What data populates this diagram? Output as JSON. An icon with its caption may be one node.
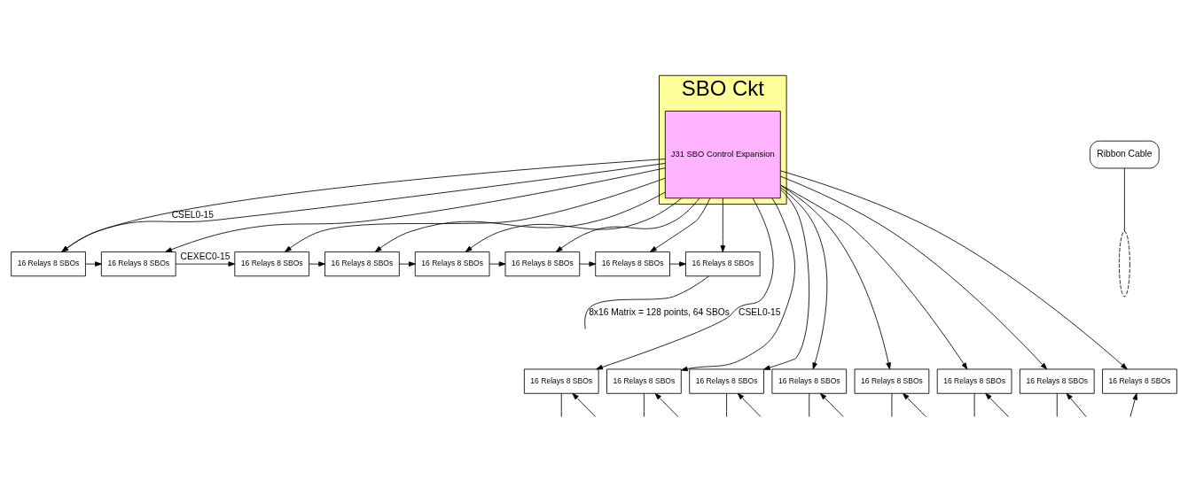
{
  "diagram": {
    "nodes": [
      {
        "text": [
          "SBO Ckt"
        ]
      },
      {
        "text": [
          "J31 SBO Control Expansion"
        ],
        "in": 0
      },
      {
        "text": [
          "16 Relays 8 SBOs"
        ]
      },
      {
        "text": [
          "16 Relays 8 SBOs"
        ]
      },
      {
        "text": [
          "16 Relays 8 SBOs"
        ]
      },
      {
        "text": [
          "16 Relays 8 SBOs"
        ]
      },
      {
        "text": [
          "16 Relays 8 SBOs"
        ]
      },
      {
        "text": [
          "16 Relays 8 SBOs"
        ]
      },
      {
        "text": [
          "16 Relays 8 SBOs"
        ]
      },
      {
        "text": [
          "16 Relays 8 SBOs"
        ]
      },
      {
        "text": [
          "16 Relays 8 SBOs"
        ]
      },
      {
        "text": [
          "16 Relays 8 SBOs"
        ]
      },
      {
        "text": [
          "16 Relays 8 SBOs"
        ]
      },
      {
        "text": [
          "16 Relays 8 SBOs"
        ]
      },
      {
        "text": [
          "16 Relays 8 SBOs"
        ]
      },
      {
        "text": [
          "16 Relays 8 SBOs"
        ]
      },
      {
        "text": [
          "16 Relays 8 SBOs"
        ]
      },
      {
        "text": [
          "16 Relays 8 SBOs"
        ]
      },
      {
        "text": [],
        "shape": "ellipse"
      },
      {
        "text": [
          "Ribbon Cable"
        ]
      }
    ],
    "edges": [
      {
        "from": 1,
        "to": 2,
        "arrow": "to",
        "label": "CSEL0-15"
      },
      {
        "from": 1,
        "to": 3,
        "arrow": "to"
      },
      {
        "from": 1,
        "to": 4,
        "arrow": "to"
      },
      {
        "from": 1,
        "to": 5,
        "arrow": "to"
      },
      {
        "from": 1,
        "to": 6,
        "arrow": "to"
      },
      {
        "from": 1,
        "to": 7,
        "arrow": "to"
      },
      {
        "from": 1,
        "to": 8,
        "arrow": "to"
      },
      {
        "from": 1,
        "to": 9,
        "arrow": "to"
      },
      {
        "from": 1,
        "to": 2,
        "arrow": "to"
      },
      {
        "from": 2,
        "to": 3,
        "arrow": "to"
      },
      {
        "from": 3,
        "to": 4,
        "arrow": "to",
        "label": "CEXEC0-15"
      },
      {
        "from": 4,
        "to": 5,
        "arrow": "to"
      },
      {
        "from": 5,
        "to": 6,
        "arrow": "to"
      },
      {
        "from": 6,
        "to": 7,
        "arrow": "to"
      },
      {
        "from": 7,
        "to": 8,
        "arrow": "to"
      },
      {
        "from": 8,
        "to": 9,
        "arrow": "to"
      },
      {
        "from": 9,
        "to": null,
        "arrow": "none",
        "label": "8x16 Matrix = 128 points, 64 SBOs"
      },
      {
        "from": 1,
        "to": 10,
        "arrow": "to",
        "label": "CSEL0-15"
      },
      {
        "from": 1,
        "to": 11,
        "arrow": "to"
      },
      {
        "from": 1,
        "to": 12,
        "arrow": "to"
      },
      {
        "from": 1,
        "to": 13,
        "arrow": "to"
      },
      {
        "from": 1,
        "to": 14,
        "arrow": "to"
      },
      {
        "from": 1,
        "to": 15,
        "arrow": "to"
      },
      {
        "from": 1,
        "to": 16,
        "arrow": "to"
      },
      {
        "from": 1,
        "to": 17,
        "arrow": "to"
      },
      {
        "from": null,
        "to": 10,
        "arrow": "to"
      },
      {
        "from": 10,
        "to": null,
        "arrow": "none"
      },
      {
        "from": null,
        "to": 11,
        "arrow": "to"
      },
      {
        "from": 11,
        "to": null,
        "arrow": "none"
      },
      {
        "from": null,
        "to": 12,
        "arrow": "to"
      },
      {
        "from": 12,
        "to": null,
        "arrow": "none"
      },
      {
        "from": null,
        "to": 13,
        "arrow": "to"
      },
      {
        "from": 13,
        "to": null,
        "arrow": "none"
      },
      {
        "from": null,
        "to": 14,
        "arrow": "to"
      },
      {
        "from": 14,
        "to": null,
        "arrow": "none"
      },
      {
        "from": null,
        "to": 15,
        "arrow": "to"
      },
      {
        "from": 15,
        "to": null,
        "arrow": "none"
      },
      {
        "from": null,
        "to": 16,
        "arrow": "to"
      },
      {
        "from": 16,
        "to": null,
        "arrow": "none"
      },
      {
        "from": null,
        "to": 17,
        "arrow": "to"
      },
      {
        "from": 19,
        "to": 18,
        "arrow": "none"
      }
    ]
  }
}
